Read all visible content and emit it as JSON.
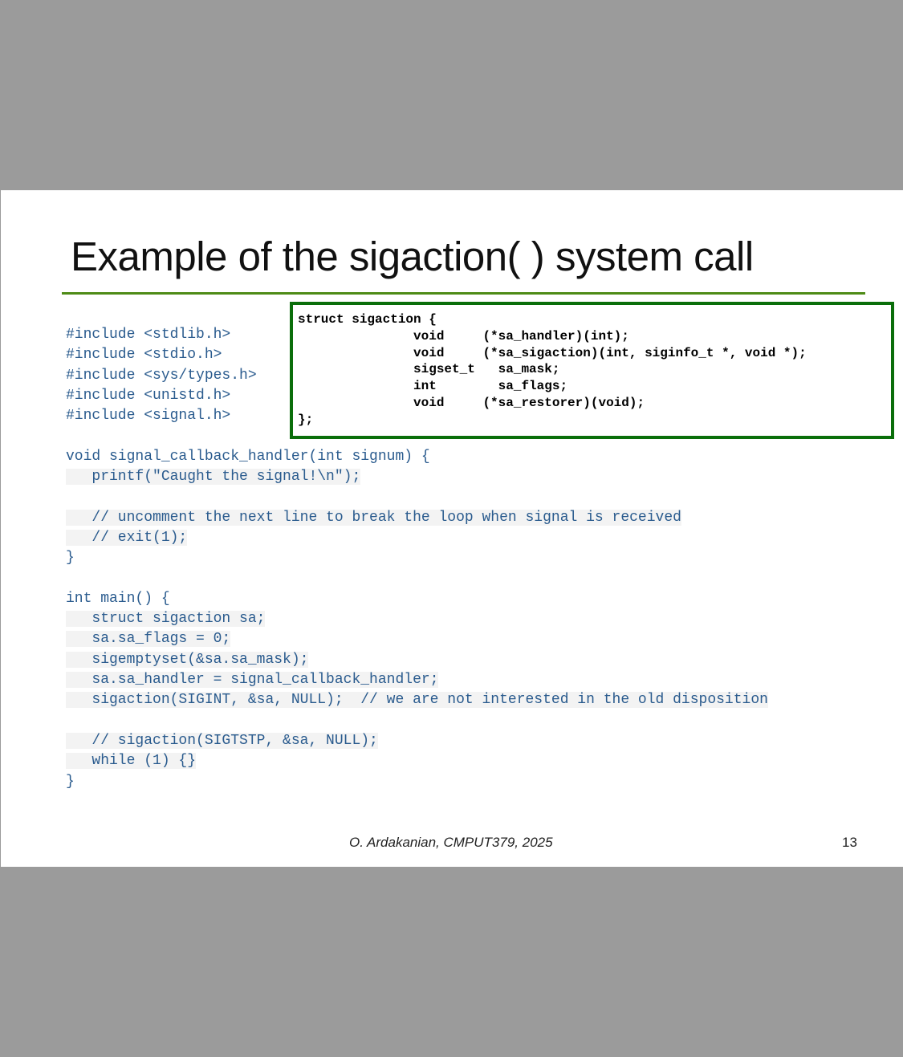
{
  "slide": {
    "title": "Example of the sigaction( ) system call",
    "code_lines": [
      {
        "text": "#include <stdlib.h>",
        "highlight": false
      },
      {
        "text": "#include <stdio.h>",
        "highlight": false
      },
      {
        "text": "#include <sys/types.h>",
        "highlight": false
      },
      {
        "text": "#include <unistd.h>",
        "highlight": false
      },
      {
        "text": "#include <signal.h>",
        "highlight": false
      },
      {
        "text": "",
        "highlight": false
      },
      {
        "text": "void signal_callback_handler(int signum) {",
        "highlight": false
      },
      {
        "text": "   printf(\"Caught the signal!\\n\");",
        "highlight": true
      },
      {
        "text": "",
        "highlight": false
      },
      {
        "text": "   // uncomment the next line to break the loop when signal is received",
        "highlight": true
      },
      {
        "text": "   // exit(1);",
        "highlight": true
      },
      {
        "text": "}",
        "highlight": false
      },
      {
        "text": "",
        "highlight": false
      },
      {
        "text": "int main() {",
        "highlight": false
      },
      {
        "text": "   struct sigaction sa;",
        "highlight": true
      },
      {
        "text": "   sa.sa_flags = 0;",
        "highlight": true
      },
      {
        "text": "   sigemptyset(&sa.sa_mask);",
        "highlight": true
      },
      {
        "text": "   sa.sa_handler = signal_callback_handler;",
        "highlight": true
      },
      {
        "text": "   sigaction(SIGINT, &sa, NULL);  // we are not interested in the old disposition",
        "highlight": true
      },
      {
        "text": "",
        "highlight": false
      },
      {
        "text": "   // sigaction(SIGTSTP, &sa, NULL);",
        "highlight": true
      },
      {
        "text": "   while (1) {}",
        "highlight": true
      },
      {
        "text": "}",
        "highlight": false
      }
    ],
    "struct_lines": [
      "struct sigaction {",
      "               void     (*sa_handler)(int);",
      "               void     (*sa_sigaction)(int, siginfo_t *, void *);",
      "               sigset_t   sa_mask;",
      "               int        sa_flags;",
      "               void     (*sa_restorer)(void);",
      "};"
    ],
    "footer": "O. Ardakanian, CMPUT379, 2025",
    "page_number": "13",
    "colors": {
      "rule": "#4e8b16",
      "box_border": "#0a6e0a",
      "code": "#2a5b8e",
      "background": "#9b9b9b"
    }
  }
}
